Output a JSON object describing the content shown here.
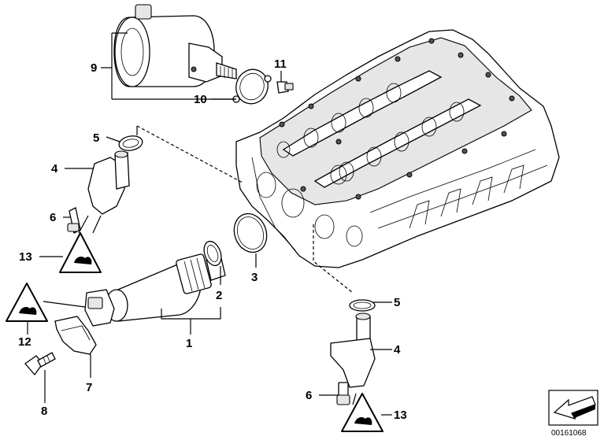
{
  "callouts": [
    "1",
    "2",
    "3",
    "4",
    "5",
    "6",
    "7",
    "8",
    "9",
    "10",
    "11",
    "12",
    "13"
  ],
  "reference_number": "00161068",
  "icons": [
    "warning-triangle-icon",
    "bmw-navigation-arrow-icon"
  ]
}
